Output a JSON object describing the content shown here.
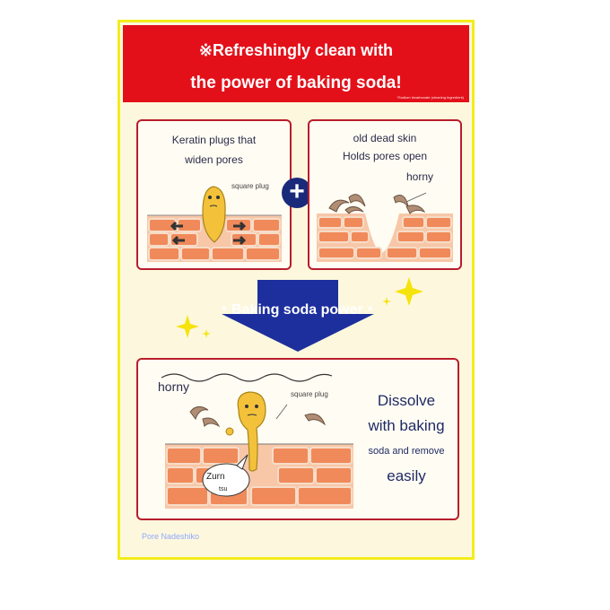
{
  "banner": {
    "line1": "※Refreshingly clean with",
    "line2": "the power of baking soda!",
    "note": "*Sodium bicarbonate (cleaning ingredient)"
  },
  "panel1": {
    "line1": "Keratin plugs that",
    "line2": "widen pores",
    "label": "square plug"
  },
  "panel2": {
    "line1": "old dead skin",
    "line2": "Holds pores open",
    "label": "horny"
  },
  "plus_symbol": "+",
  "arrow": {
    "label": "・Baking soda power・"
  },
  "panel3": {
    "horny": "horny",
    "plug": "square plug",
    "bubble1": "Zurn",
    "bubble2": "tsu",
    "line1": "Dissolve",
    "line2": "with baking",
    "line3": "soda and remove",
    "line4": "easily"
  },
  "brand": "Pore Nadeshiko",
  "colors": {
    "banner": "#e3101a",
    "poster_bg": "#fdf8dd",
    "border": "#f4ec1c",
    "arrow": "#1d2f9c"
  }
}
